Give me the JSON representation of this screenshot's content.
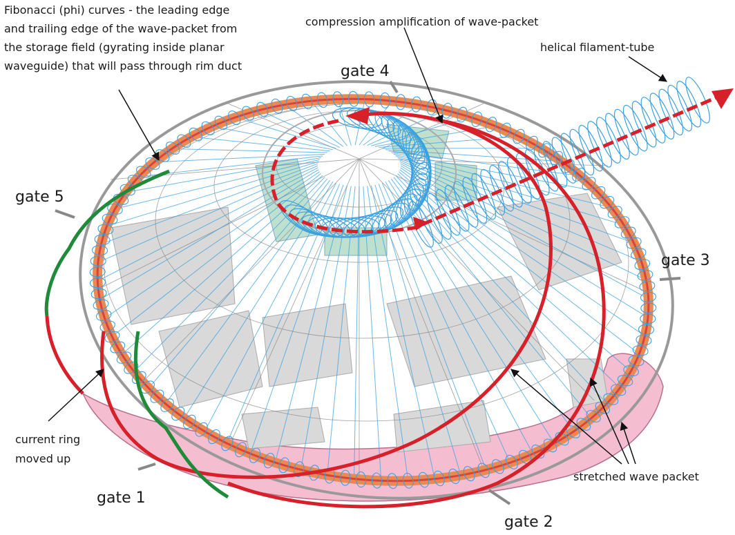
{
  "labels": {
    "fibonacci": [
      "Fibonacci (phi) curves - the leading edge",
      "and trailing edge of the wave-packet from",
      "the storage field (gyrating inside planar",
      "waveguide) that will pass through rim duct"
    ],
    "compression": "compression amplification of wave-packet",
    "helical": "helical filament-tube",
    "gate1": "gate 1",
    "gate2": "gate 2",
    "gate3": "gate 3",
    "gate4": "gate 4",
    "gate5": "gate 5",
    "current_ring": [
      "current ring",
      "moved up"
    ],
    "stretched": "stretched wave packet"
  },
  "colors": {
    "rim_orange": "#e88a55",
    "rim_red": "#d8443a",
    "wave_red": "#d6202a",
    "coil_blue": "#3aa0e0",
    "fib_green": "#1e8a3a",
    "pink_fill": "#f3b6cc",
    "gray_panel": "#d9d9d9",
    "teal_panel": "#bfe0cf",
    "gray_outer": "#999999"
  }
}
